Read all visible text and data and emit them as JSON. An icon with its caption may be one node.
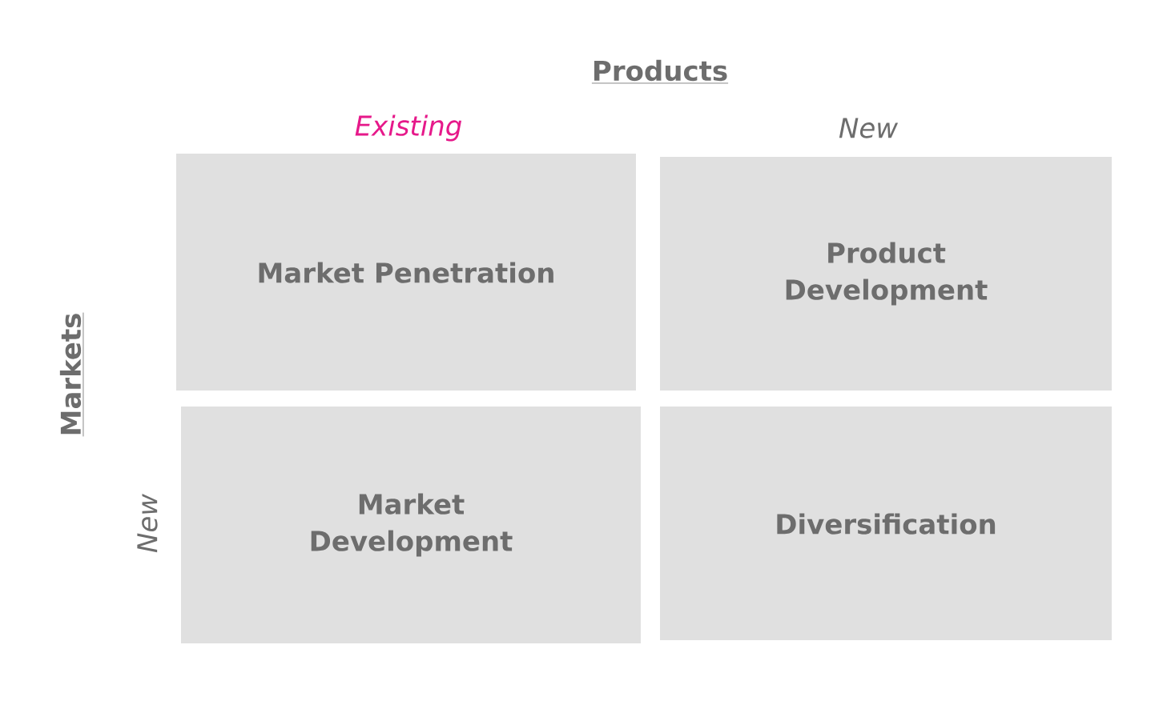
{
  "diagram": {
    "nodes": [
      {
        "text": [
          "Market Penetration"
        ]
      },
      {
        "text": [
          "Product Development"
        ]
      },
      {
        "text": [
          "Market Development"
        ]
      },
      {
        "text": [
          "Diversification"
        ]
      }
    ],
    "labels": [
      "Products",
      "Existing",
      "New",
      "Markets",
      "New"
    ]
  }
}
